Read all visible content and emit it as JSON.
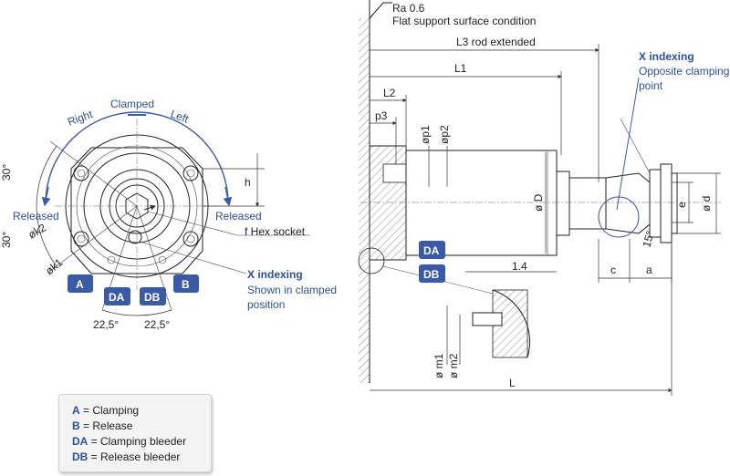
{
  "front_view": {
    "clamped": "Clamped",
    "right": "Right",
    "left": "Left",
    "released_left": "Released",
    "released_right": "Released",
    "angle_top": "30°",
    "angle_bottom": "30°",
    "dim_h": "h",
    "dim_ok2": "øk2",
    "dim_ok1": "øk1",
    "hex_socket": "f  Hex socket",
    "angle_1": "22,5°",
    "angle_2": "22,5°",
    "x_indexing_title": "X indexing",
    "x_indexing_note_1": "Shown in clamped",
    "x_indexing_note_2": "position"
  },
  "badges": {
    "A": "A",
    "B": "B",
    "DA": "DA",
    "DB": "DB",
    "DA_side": "DA",
    "DB_side": "DB"
  },
  "side_view": {
    "ra": "Ra 0.6",
    "surface": "Flat support surface condition",
    "l3": "L3 rod extended",
    "l1": "L1",
    "l2": "L2",
    "p3": "p3",
    "op1": "øp1",
    "op2": "øp2",
    "oD": "ø D",
    "e": "e",
    "od": "ø d",
    "c": "c",
    "a": "a",
    "dim_14": "1.4",
    "angle_15": "15°",
    "om1": "ø m1",
    "om2": "ø m2",
    "L": "L",
    "x_indexing_title": "X indexing",
    "x_indexing_note_1": "Opposite clamping",
    "x_indexing_note_2": "point"
  },
  "legend": {
    "a_key": "A",
    "a_text": " = Clamping",
    "b_key": "B",
    "b_text": " = Release",
    "da_key": "DA",
    "da_text": " = Clamping bleeder",
    "db_key": "DB",
    "db_text": " = Release bleeder"
  },
  "colors": {
    "accent": "#2f4f9a",
    "badge": "#3a5aa8"
  }
}
